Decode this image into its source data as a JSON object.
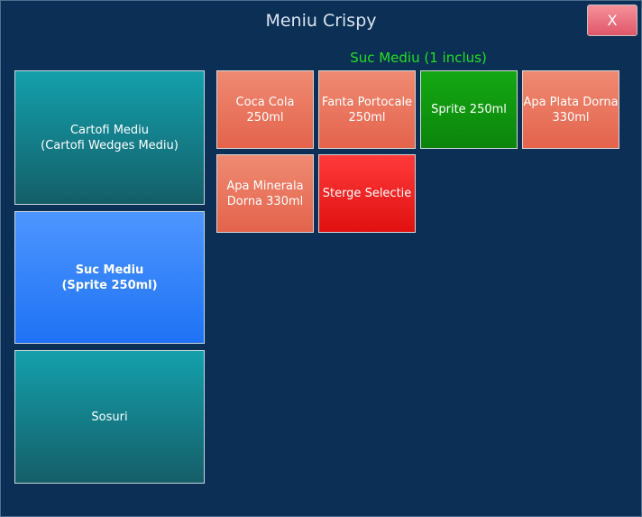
{
  "window": {
    "title": "Meniu Crispy",
    "close_label": "X"
  },
  "categories": [
    {
      "line1": "Cartofi Mediu",
      "line2": "(Cartofi Wedges Mediu)"
    },
    {
      "line1": "Suc Mediu",
      "line2": "(Sprite 250ml)"
    },
    {
      "line1": "Sosuri",
      "line2": ""
    }
  ],
  "section": {
    "label": "Suc Mediu (1 inclus)"
  },
  "options": [
    {
      "line1": "Coca Cola",
      "line2": "250ml"
    },
    {
      "line1": "Fanta Portocale",
      "line2": "250ml"
    },
    {
      "line1": "Sprite 250ml",
      "line2": ""
    },
    {
      "line1": "Apa Plata Dorna",
      "line2": "330ml"
    },
    {
      "line1": "Apa Minerala",
      "line2": "Dorna 330ml"
    },
    {
      "line1": "Sterge Selectie",
      "line2": ""
    }
  ],
  "colors": {
    "background": "#0b2f55",
    "selected_option": "#0b850b",
    "active_category": "#1f72f5",
    "section_label": "#22e022"
  }
}
